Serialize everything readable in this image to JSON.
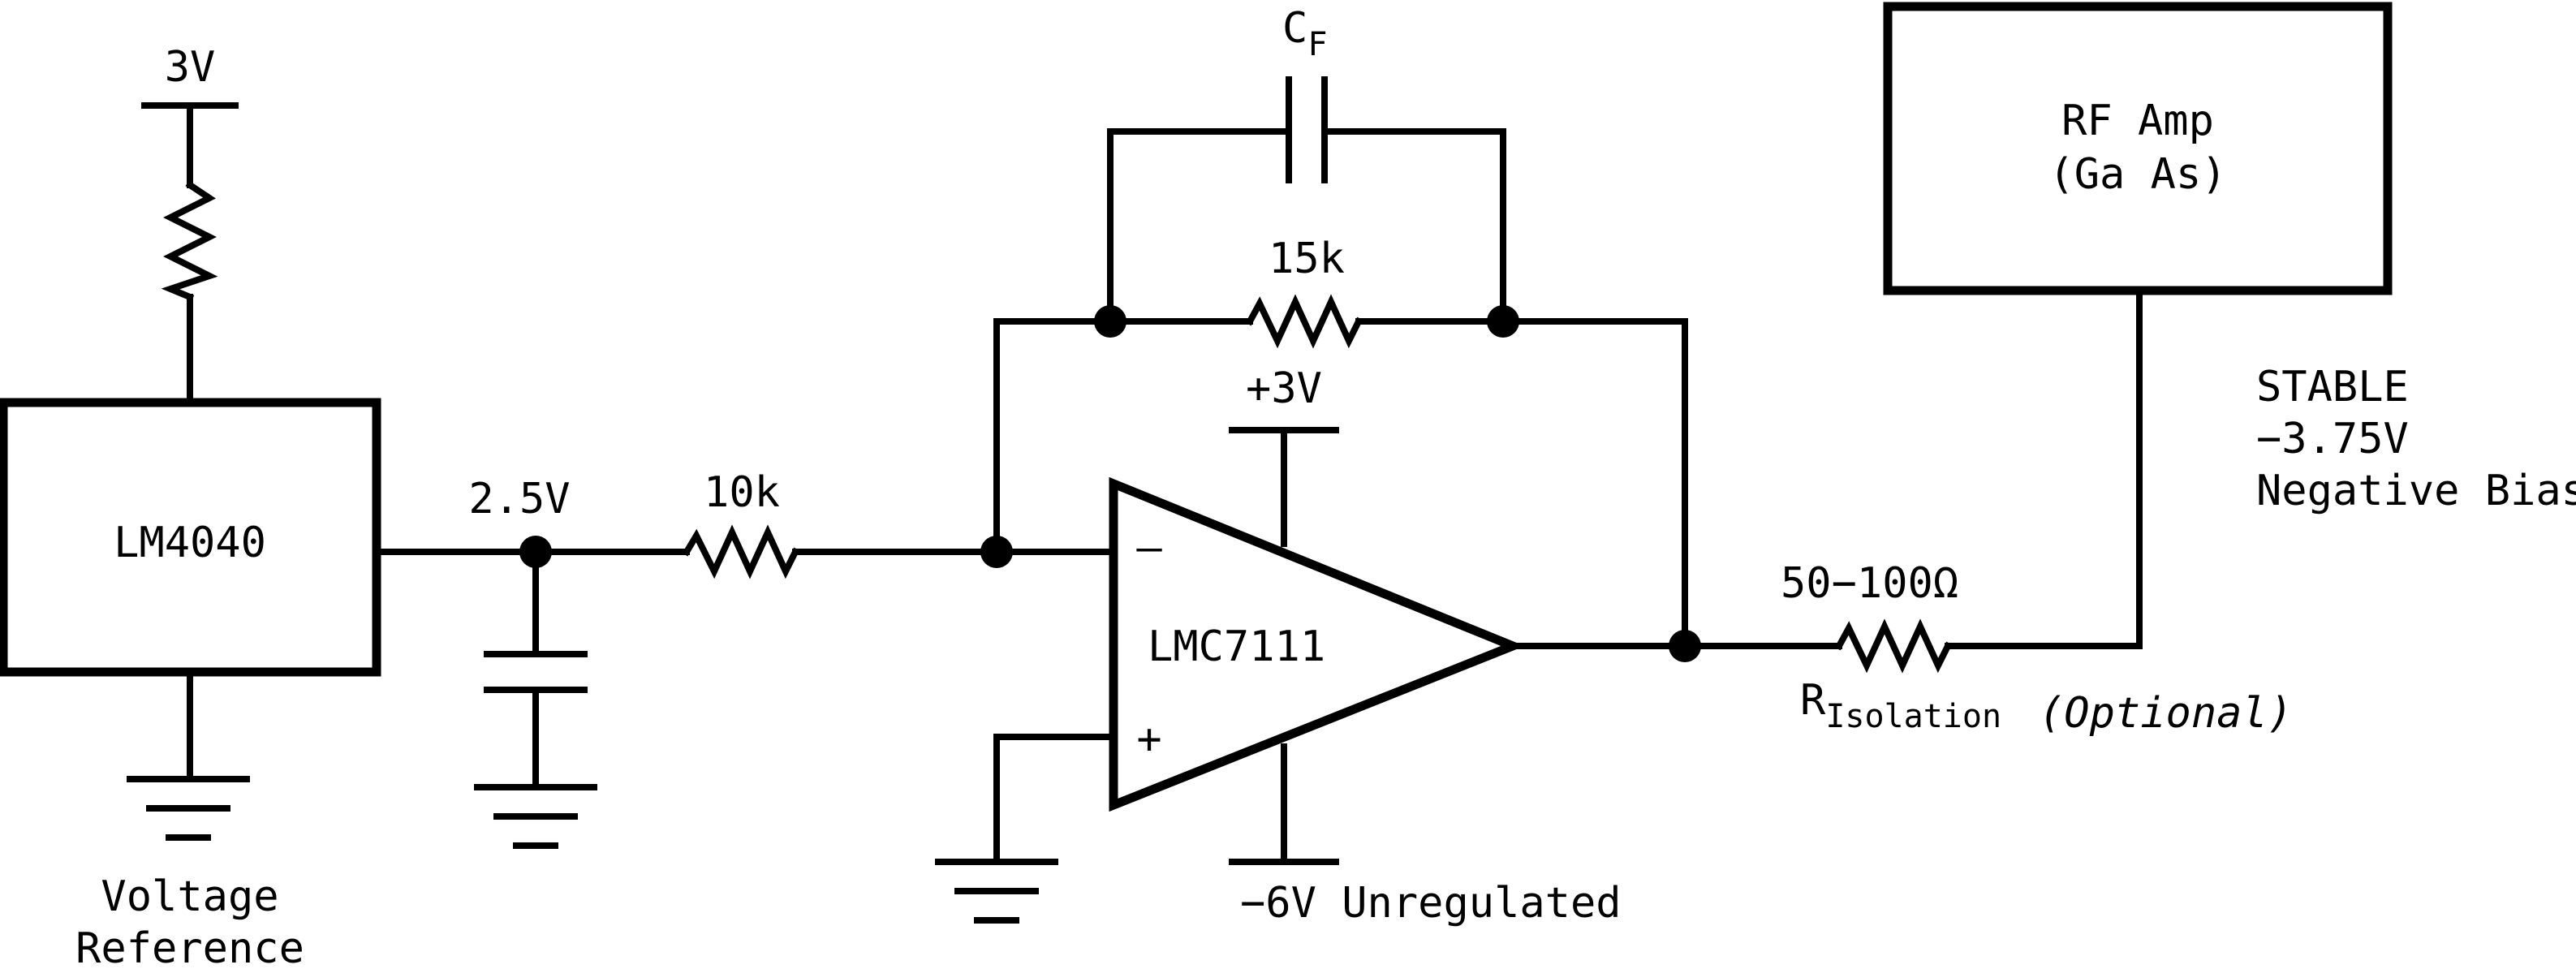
{
  "labels": {
    "supply_3v": "3V",
    "lm4040": "LM4040",
    "voltage_reference_line1": "Voltage",
    "voltage_reference_line2": "Reference",
    "node_2_5v": "2.5V",
    "r_10k": "10k",
    "r_15k": "15k",
    "cf_main": "C",
    "cf_sub": "F",
    "supply_plus_3v": "+3V",
    "opamp_minus": "–",
    "opamp_plus": "+",
    "lmc7111": "LMC7111",
    "supply_minus_6v": "−6V Unregulated",
    "r_iso_value": "50−100Ω",
    "r_iso_main": "R",
    "r_iso_sub": "Isolation",
    "r_iso_optional": "(Optional)",
    "rf_amp_line1": "RF Amp",
    "rf_amp_line2": "(Ga As)",
    "stable_line1": "STABLE",
    "stable_line2": "−3.75V",
    "stable_line3": "Negative Bias"
  }
}
